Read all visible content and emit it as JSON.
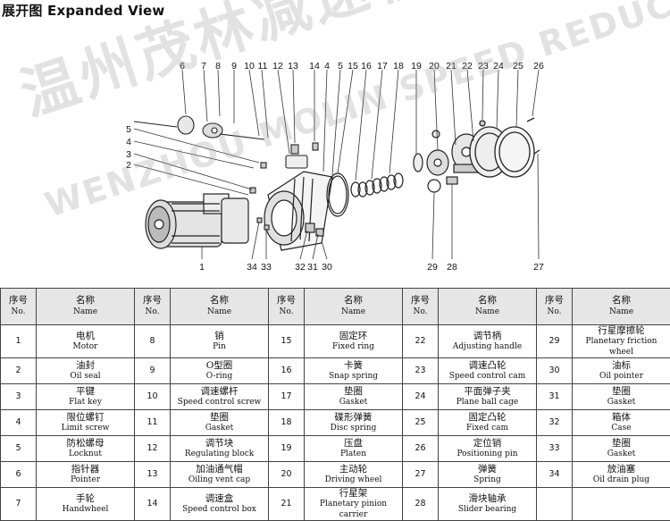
{
  "title": "展开图 Expanded View",
  "watermark": {
    "cn": "温州茂林减速机",
    "en": "WENZHOU MOLIN SPEED REDUC"
  },
  "callouts": [
    "1",
    "2",
    "3",
    "4",
    "5",
    "6",
    "7",
    "8",
    "9",
    "10",
    "11",
    "12",
    "13",
    "14",
    "4",
    "5",
    "15",
    "16",
    "17",
    "18",
    "19",
    "20",
    "21",
    "22",
    "23",
    "24",
    "25",
    "26",
    "27",
    "28",
    "29",
    "30",
    "31",
    "32",
    "33",
    "34"
  ],
  "headers": {
    "no_cn": "序号",
    "no_en": "No.",
    "name_cn": "名称",
    "name_en": "Name"
  },
  "parts": [
    {
      "no": "1",
      "cn": "电机",
      "en": "Motor"
    },
    {
      "no": "2",
      "cn": "油封",
      "en": "Oil seal"
    },
    {
      "no": "3",
      "cn": "平键",
      "en": "Flat key"
    },
    {
      "no": "4",
      "cn": "限位螺钉",
      "en": "Limit screw"
    },
    {
      "no": "5",
      "cn": "防松螺母",
      "en": "Locknut"
    },
    {
      "no": "6",
      "cn": "指针器",
      "en": "Pointer"
    },
    {
      "no": "7",
      "cn": "手轮",
      "en": "Handwheel"
    },
    {
      "no": "8",
      "cn": "销",
      "en": "Pin"
    },
    {
      "no": "9",
      "cn": "O型圈",
      "en": "O-ring"
    },
    {
      "no": "10",
      "cn": "调速螺杆",
      "en": "Speed control screw"
    },
    {
      "no": "11",
      "cn": "垫圈",
      "en": "Gasket"
    },
    {
      "no": "12",
      "cn": "调节块",
      "en": "Regulating block"
    },
    {
      "no": "13",
      "cn": "加油通气帽",
      "en": "Oiling vent cap"
    },
    {
      "no": "14",
      "cn": "调速盒",
      "en": "Speed control box"
    },
    {
      "no": "15",
      "cn": "固定环",
      "en": "Fixed ring"
    },
    {
      "no": "16",
      "cn": "卡簧",
      "en": "Snap spring"
    },
    {
      "no": "17",
      "cn": "垫圈",
      "en": "Gasket"
    },
    {
      "no": "18",
      "cn": "碟形弹簧",
      "en": "Disc spring"
    },
    {
      "no": "19",
      "cn": "压盘",
      "en": "Platen"
    },
    {
      "no": "20",
      "cn": "主动轮",
      "en": "Driving wheel"
    },
    {
      "no": "21",
      "cn": "行星架",
      "en": "Planetary pinion carrier"
    },
    {
      "no": "22",
      "cn": "调节柄",
      "en": "Adjusting handle"
    },
    {
      "no": "23",
      "cn": "调速凸轮",
      "en": "Speed control cam"
    },
    {
      "no": "24",
      "cn": "平面弹子夹",
      "en": "Plane ball cage"
    },
    {
      "no": "25",
      "cn": "固定凸轮",
      "en": "Fixed cam"
    },
    {
      "no": "26",
      "cn": "定位销",
      "en": "Positioning pin"
    },
    {
      "no": "27",
      "cn": "弹簧",
      "en": "Spring"
    },
    {
      "no": "28",
      "cn": "滑块轴承",
      "en": "Slider bearing"
    },
    {
      "no": "29",
      "cn": "行星摩擦轮",
      "en": "Planetary friction wheel"
    },
    {
      "no": "30",
      "cn": "油标",
      "en": "Oil pointer"
    },
    {
      "no": "31",
      "cn": "垫圈",
      "en": "Gasket"
    },
    {
      "no": "32",
      "cn": "箱体",
      "en": "Case"
    },
    {
      "no": "33",
      "cn": "垫圈",
      "en": "Gasket"
    },
    {
      "no": "34",
      "cn": "放油塞",
      "en": "Oil drain plug"
    },
    {
      "no": "",
      "cn": "",
      "en": ""
    }
  ]
}
